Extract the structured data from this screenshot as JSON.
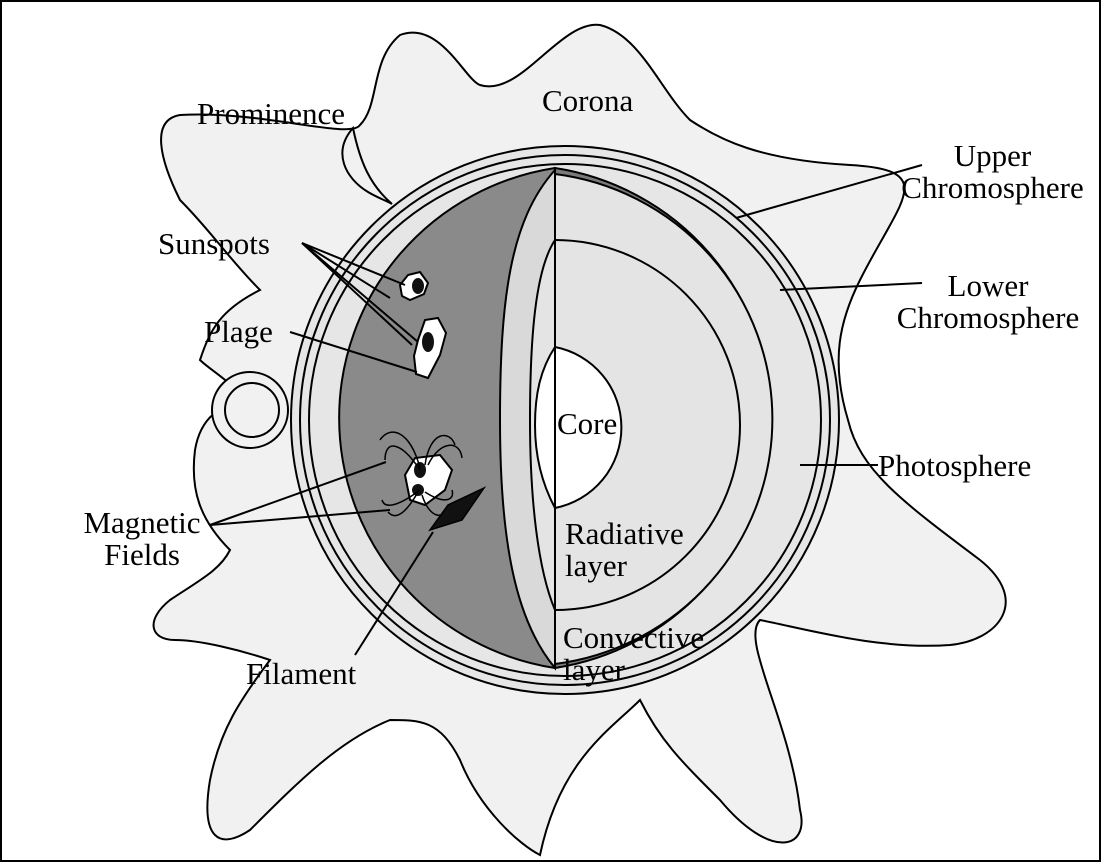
{
  "labels": {
    "corona": "Corona",
    "prominence": "Prominence",
    "upper_chromosphere": [
      "Upper",
      "Chromosphere"
    ],
    "lower_chromosphere": [
      "Lower",
      "Chromosphere"
    ],
    "photosphere": "Photosphere",
    "sunspots": "Sunspots",
    "plage": "Plage",
    "magnetic_fields": [
      "Magnetic",
      "Fields"
    ],
    "filament": "Filament",
    "core": "Core",
    "radiative_layer": [
      "Radiative",
      "layer"
    ],
    "convective_layer": [
      "Convective",
      "layer"
    ]
  },
  "colors": {
    "corona_fill": "#f1f1f1",
    "outer_rings_fill": "#e6e6e6",
    "surface_fill": "#8a8a8a",
    "chromosphere_band": "#7a7a7a",
    "radiative_fill": "#e4e4e4",
    "convective_fill": "#d9d9d9",
    "core_fill": "#ffffff",
    "filament_fill": "#111111",
    "line": "#000000"
  }
}
